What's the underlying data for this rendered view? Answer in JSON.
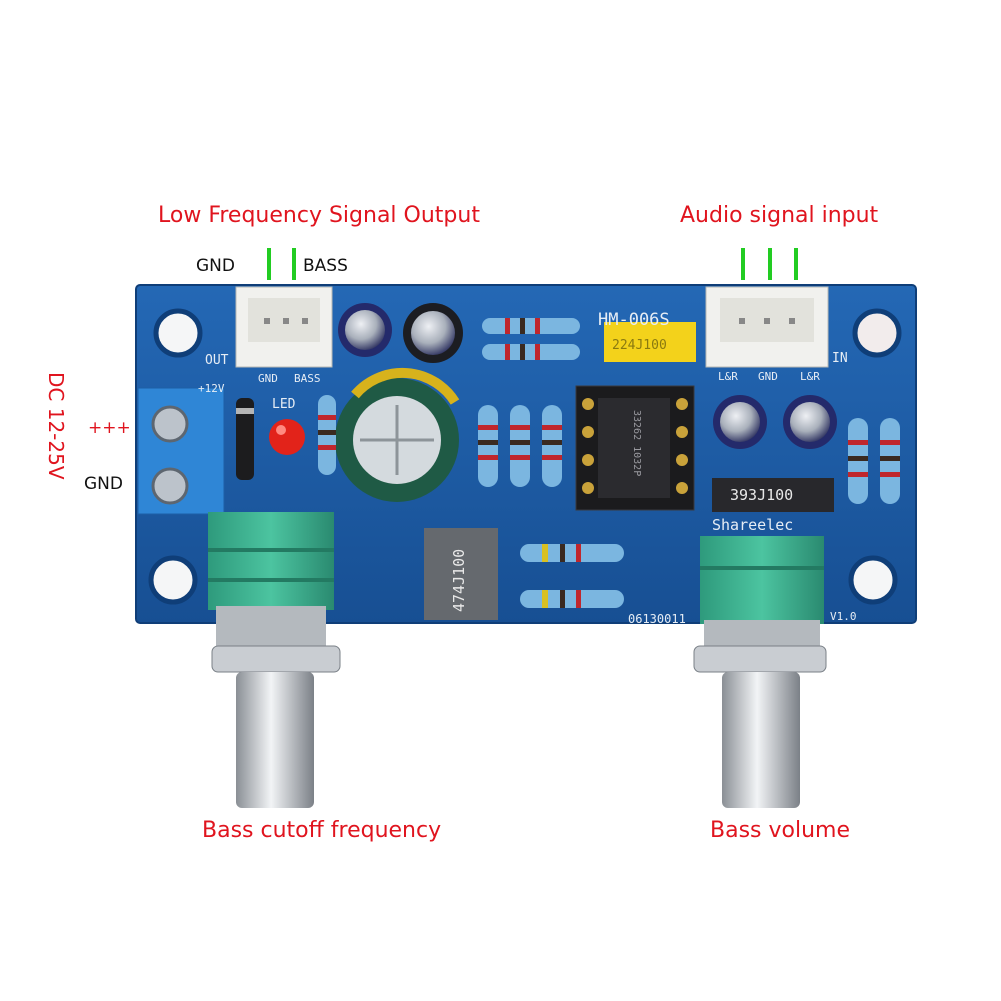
{
  "callouts": {
    "output_title": "Low Frequency Signal Output",
    "input_title": "Audio signal input",
    "power_title": "DC 12-25V",
    "power_plus": "+++",
    "power_gnd": "GND",
    "knob_left": "Bass cutoff frequency",
    "knob_right": "Bass volume"
  },
  "output_pins": {
    "gnd": "GND",
    "bass": "BASS"
  },
  "board_silkscreen": {
    "model": "HM-006S",
    "out": "OUT",
    "in": "IN",
    "out_gnd": "GND",
    "out_bass": "BASS",
    "in_lr_1": "L&R",
    "in_gnd": "GND",
    "in_lr_2": "L&R",
    "v12": "+12V",
    "led": "LED",
    "brand": "Shareelec",
    "serial": "06130011",
    "version": "V1.0",
    "film_cap": "474J100",
    "blue_cap": "393J100",
    "yellow_cap": "224J100",
    "chip": "33262 1032P"
  },
  "colors": {
    "callout_red": "#e0141e",
    "pcb_blue": "#1f5fa8",
    "pin_green": "#22cc22"
  }
}
